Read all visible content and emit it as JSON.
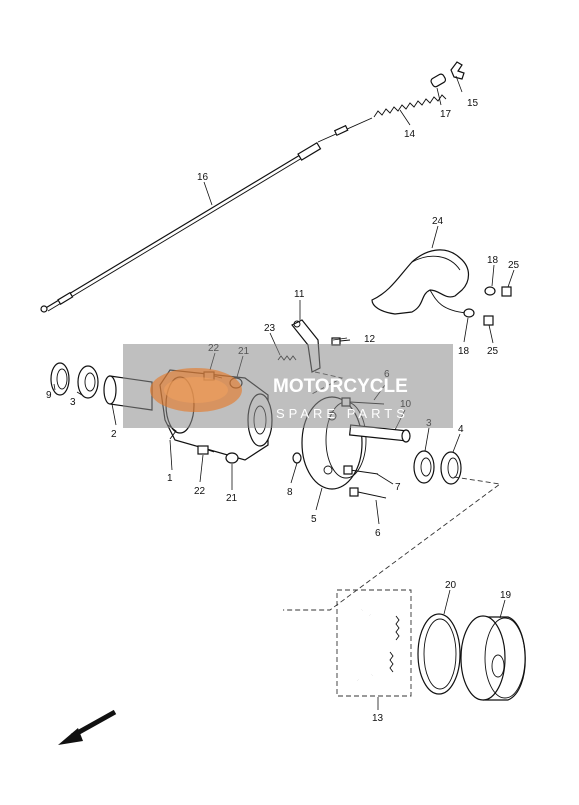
{
  "callouts": {
    "c1": "1",
    "c2": "2",
    "c3a": "3",
    "c3b": "3",
    "c4": "4",
    "c5": "5",
    "c6a": "6",
    "c6b": "6",
    "c7": "7",
    "c8": "8",
    "c9": "9",
    "c10": "10",
    "c11": "11",
    "c12": "12",
    "c13": "13",
    "c14": "14",
    "c15": "15",
    "c16": "16",
    "c17": "17",
    "c18a": "18",
    "c18b": "18",
    "c19": "19",
    "c20": "20",
    "c21a": "21",
    "c21b": "21",
    "c22a": "22",
    "c22b": "22",
    "c23": "23",
    "c24": "24",
    "c25a": "25",
    "c25b": "25"
  },
  "watermark": {
    "line1": "MOTORCYCLE",
    "line2": "SPARE PARTS",
    "logo_color": "#e87722",
    "band_color": "#8a8a8a"
  },
  "icons": {
    "direction_arrow": "arrow-down-left-icon"
  }
}
